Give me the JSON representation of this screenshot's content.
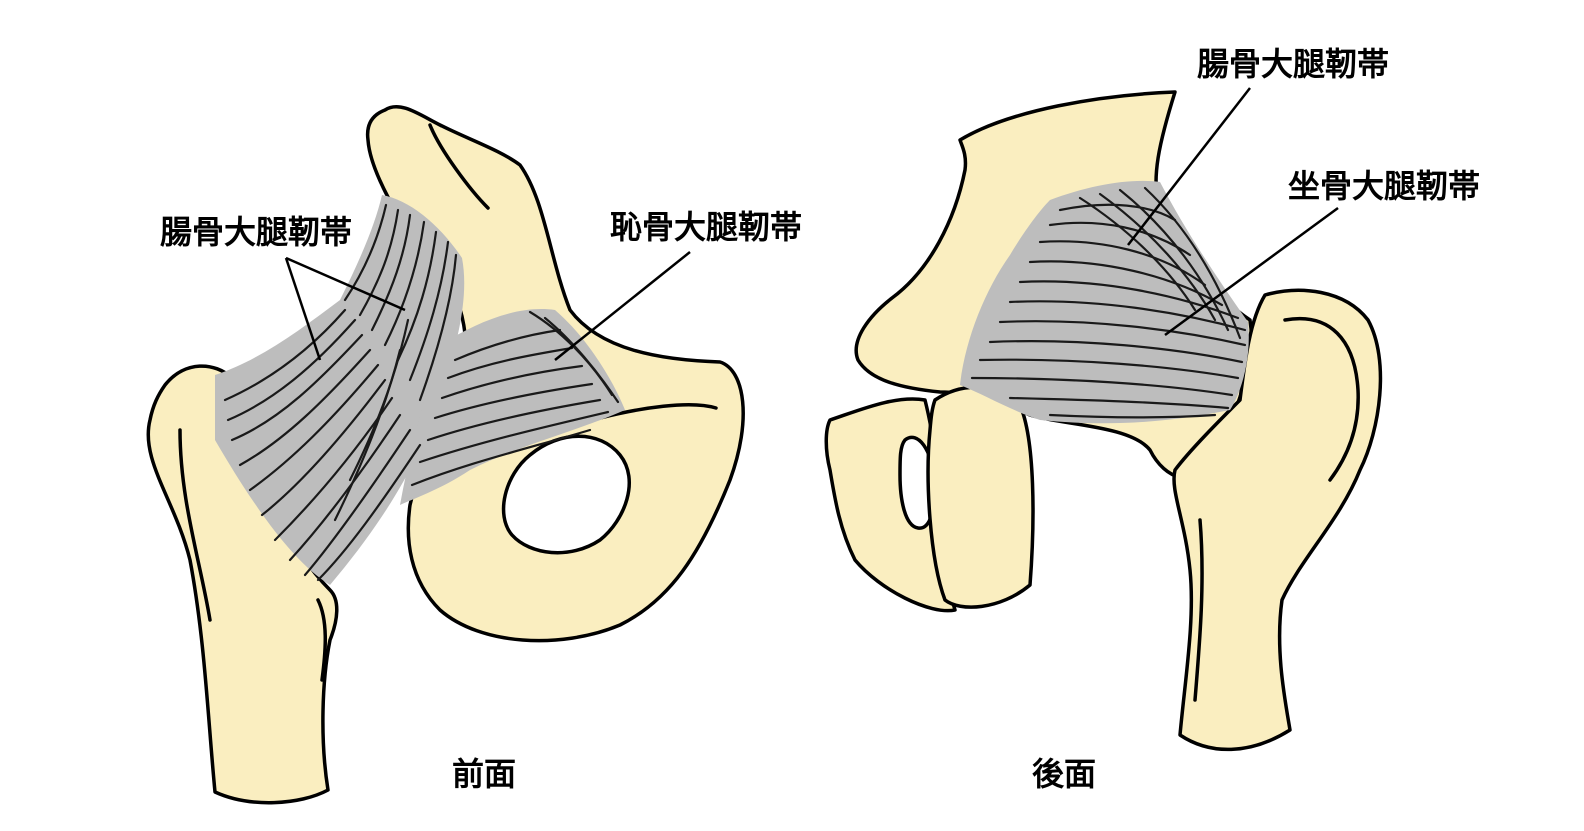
{
  "anterior_view": {
    "caption": "前面",
    "labels": {
      "iliofemoral": "腸骨大腿靭帯",
      "pubofemoral": "恥骨大腿靭帯"
    }
  },
  "posterior_view": {
    "caption": "後面",
    "labels": {
      "iliofemoral": "腸骨大腿靭帯",
      "ischiofemoral": "坐骨大腿靭帯"
    }
  },
  "colors": {
    "bone_fill": "#faeec0",
    "ligament_fill": "#bdbdbd",
    "outline": "#000000",
    "fiber": "#1a1a1a"
  }
}
